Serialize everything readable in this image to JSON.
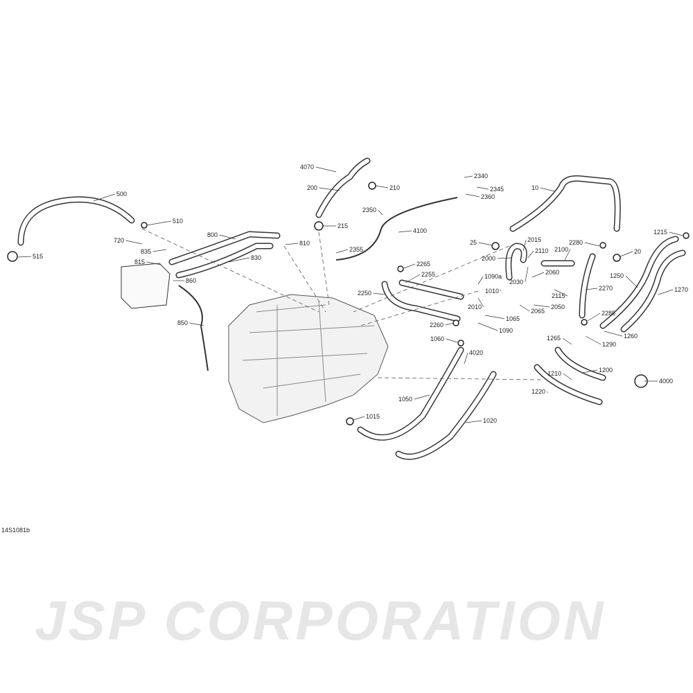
{
  "diagram": {
    "watermark": "JSP CORPORATION",
    "reference_code": "14S1081b",
    "part_labels": [
      "4070",
      "200",
      "210",
      "215",
      "2340",
      "2345",
      "2360",
      "2350",
      "4100",
      "2355",
      "10",
      "500",
      "510",
      "720",
      "835",
      "815",
      "860",
      "800",
      "810",
      "830",
      "515",
      "850",
      "25",
      "2015",
      "2110",
      "2100",
      "2000",
      "2280",
      "20",
      "1215",
      "2265",
      "2255",
      "1090a",
      "2030",
      "2060",
      "1010",
      "2270",
      "1250",
      "1270",
      "2250",
      "2010",
      "2115",
      "2050",
      "2065",
      "1065",
      "2285",
      "2260",
      "1090",
      "1260",
      "1290",
      "1265",
      "1060",
      "4020",
      "1200",
      "1210",
      "4000",
      "1220",
      "1050",
      "1015",
      "1020"
    ]
  }
}
